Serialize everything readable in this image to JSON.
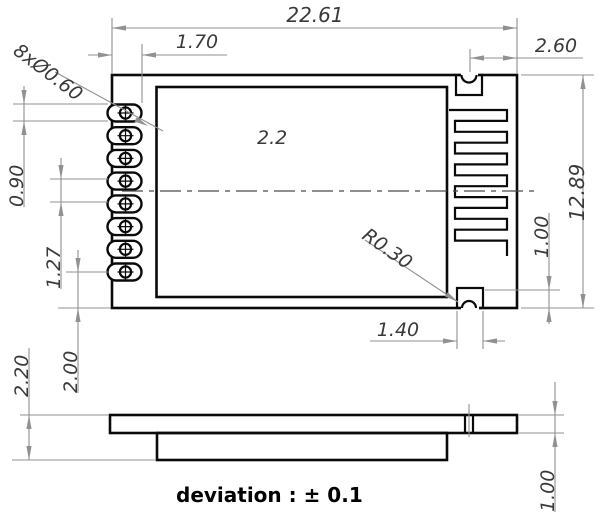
{
  "drawing": {
    "deviation_note": "deviation : ± 0.1",
    "display_label": "2.2",
    "dimensions": {
      "overall_width": "22.61",
      "pad_center_offset": "1.70",
      "top_notch_to_edge": "2.60",
      "pad_holes": "8xØ0.60",
      "pad_width": "0.90",
      "pad_pitch": "1.27",
      "overall_height": "12.89",
      "notch_depth": "1.00",
      "notch_radius": "R0.30",
      "notch_width": "1.40",
      "last_pad_to_bottom": "2.00",
      "module_thickness": "2.20",
      "pcb_thickness": "1.00"
    },
    "colors": {
      "outline": "#0a0a0a",
      "dimension_lines": "#919191",
      "dimension_text": "#3a3a3a",
      "note_text": "#000000",
      "background": "#ffffff"
    }
  }
}
